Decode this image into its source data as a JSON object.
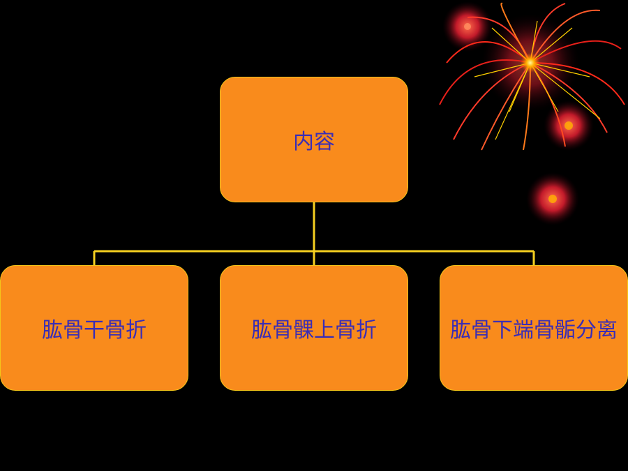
{
  "diagram": {
    "root": {
      "label": "内容"
    },
    "children": [
      {
        "label": "肱骨干骨折"
      },
      {
        "label": "肱骨髁上骨折"
      },
      {
        "label": "肱骨下端骨骺分离"
      }
    ]
  },
  "colors": {
    "background": "#000000",
    "node_fill": "#F98B1C",
    "node_border": "#F5C518",
    "node_text": "#3A2DB5",
    "connector": "#F5D020"
  },
  "decoration": {
    "icon": "firework-icon"
  }
}
